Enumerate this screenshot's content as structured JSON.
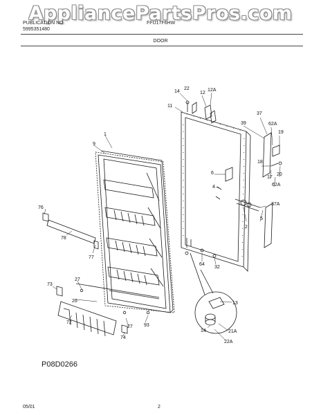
{
  "watermark": "AppliancePartsPros.com",
  "header": {
    "left_line1": "PUBLICATION NO.",
    "left_line2": "5995351480",
    "center_line1": "FFU17F6HW",
    "title": "DOOR"
  },
  "diagram_code": "P08D0266",
  "footer": {
    "date": "05/01",
    "page": "2"
  },
  "callouts": [
    "22",
    "14",
    "12",
    "12A",
    "11",
    "37",
    "39",
    "62A",
    "19",
    "18",
    "17",
    "20",
    "6",
    "4",
    "62A",
    "37A",
    "5",
    "2",
    "1",
    "9",
    "76",
    "78",
    "77",
    "73",
    "27",
    "26",
    "72",
    "27",
    "74",
    "93",
    "64",
    "32",
    "13",
    "21A",
    "14",
    "22A"
  ],
  "colors": {
    "line": "#1a1a1a",
    "watermark_outline": "#8a8a8a"
  }
}
